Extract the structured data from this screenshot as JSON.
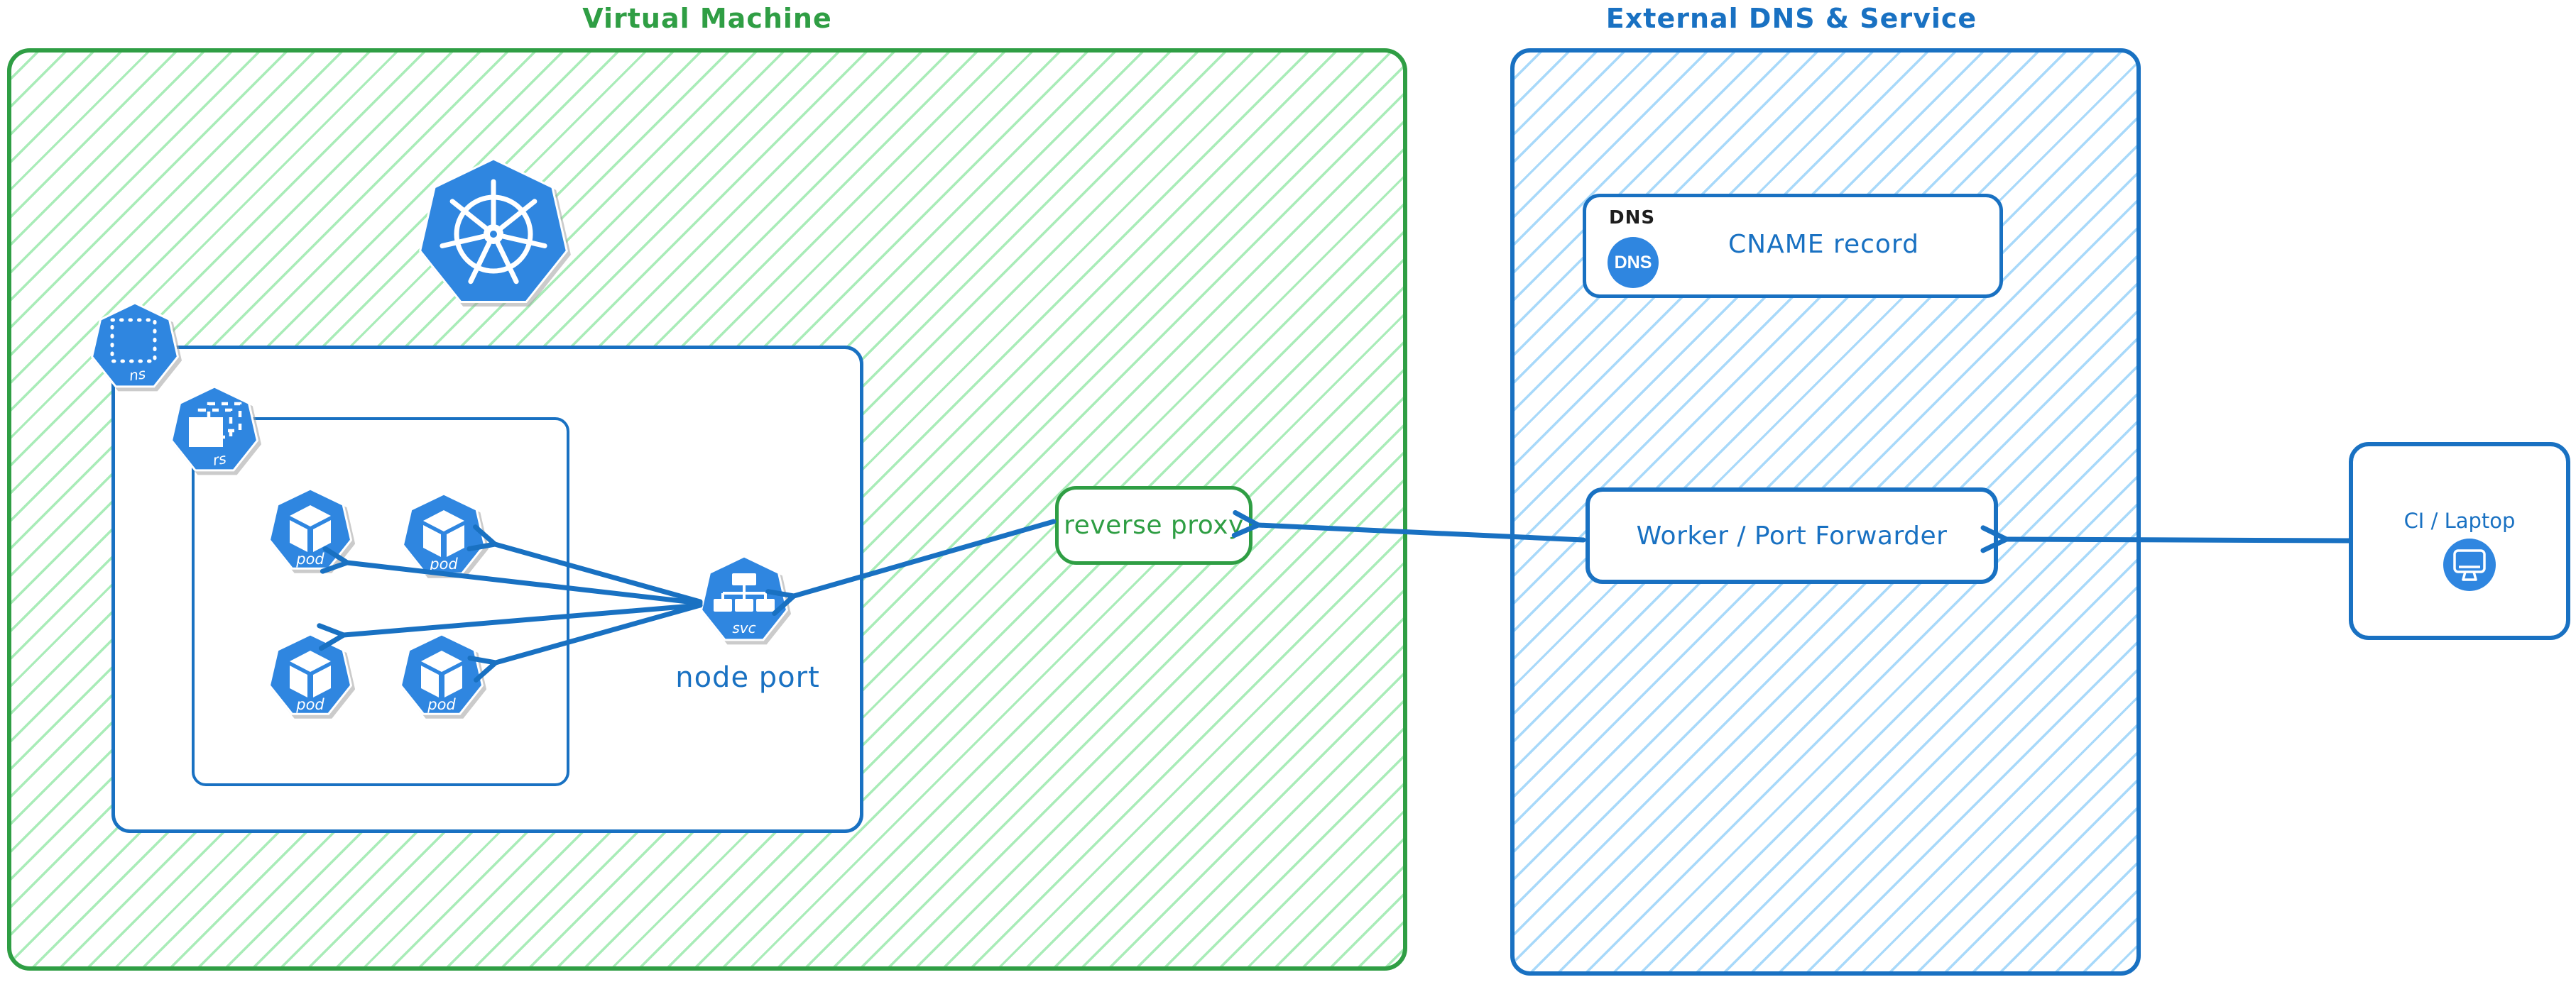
{
  "colors": {
    "green": "#2f9e44",
    "green_hatch": "#a9ecb8",
    "blue": "#1971c2",
    "blue_hatch": "#a8d9fa",
    "icon_blue": "#2f86e0",
    "dns_tag_black": "#1e1e1e"
  },
  "vm_group": {
    "title": "Virtual Machine",
    "namespace_icon_label": "ns",
    "replicaset_icon_label": "rs",
    "pods": [
      {
        "label": "pod"
      },
      {
        "label": "pod"
      },
      {
        "label": "pod"
      },
      {
        "label": "pod"
      }
    ],
    "service_icon_label": "svc",
    "service_caption": "node port",
    "reverse_proxy_label": "reverse proxy"
  },
  "external_group": {
    "title": "External DNS & Service",
    "dns_card": {
      "tag": "DNS",
      "badge": "DNS",
      "label": "CNAME record"
    },
    "worker_label": "Worker / Port Forwarder"
  },
  "client_box": {
    "label": "CI / Laptop"
  }
}
